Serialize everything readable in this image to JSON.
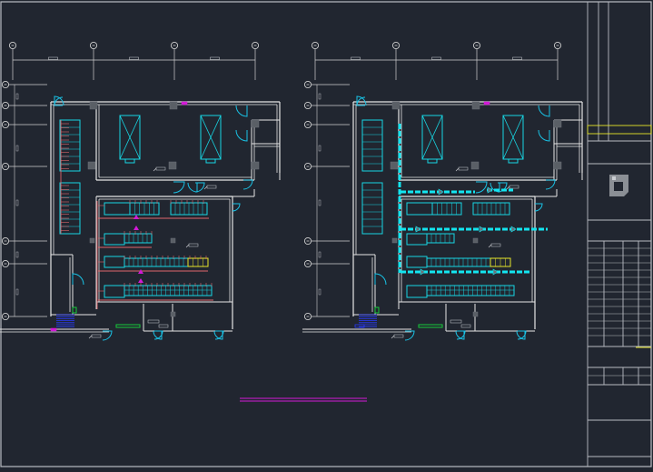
{
  "colors": {
    "background": "#212630",
    "wall": "#e6e6e6",
    "grid": "#cfcfcf",
    "door": "#19c3e6",
    "equipment": "#18d6e3",
    "pipe_red": "#e0666b",
    "duct": "#13e5f0",
    "column": "#5a5f66",
    "magenta": "#d21ad6",
    "yellow": "#e6e62a",
    "green": "#18c93a",
    "blue": "#2a3cff",
    "frame": "#b9bcc2"
  },
  "icons": [
    "column-marker",
    "grid-bubble",
    "door-swing",
    "stair",
    "logo-mark"
  ],
  "plans": [
    {
      "id": "left-plan",
      "variant": "piping"
    },
    {
      "id": "right-plan",
      "variant": "ductwork"
    }
  ],
  "title_block": {
    "logo": "logo-mark"
  }
}
